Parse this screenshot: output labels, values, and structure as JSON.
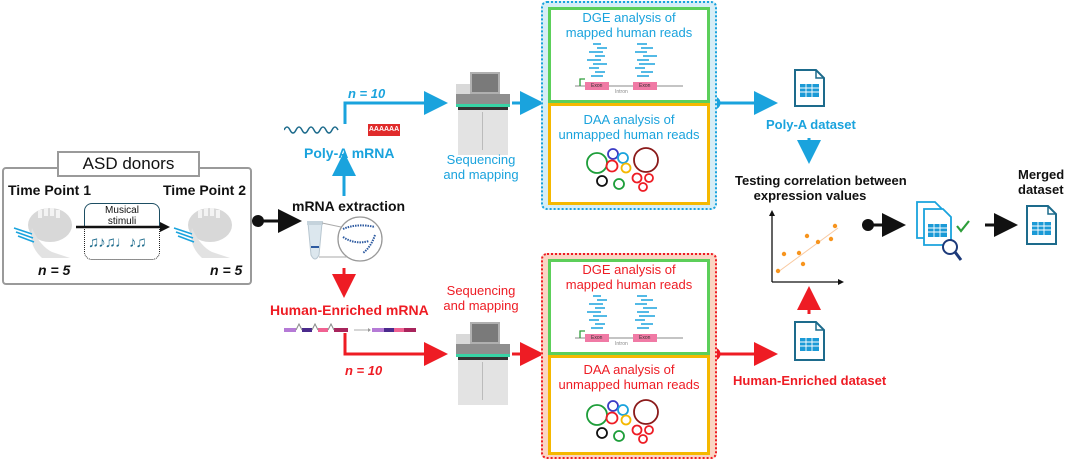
{
  "colors": {
    "blue": "#1aa3dd",
    "red": "#ee1c24",
    "black": "#111111",
    "green": "#5ccf5a",
    "yellow": "#f5b800",
    "blue_panel_bg": "#d6eef7",
    "red_panel_bg": "#fbd5c4",
    "orange_dot": "#f7941d",
    "file_blue": "#1b9ad6",
    "file_dark": "#1d6b8c"
  },
  "donors": {
    "title": "ASD donors",
    "time_point_1": "Time Point 1",
    "time_point_2": "Time Point 2",
    "stimulus": "Musical stimuli",
    "n_left": "n = 5",
    "n_right": "n = 5"
  },
  "extraction": {
    "label": "mRNA extraction"
  },
  "polya": {
    "n_label": "n = 10",
    "tail": "AAAAAA",
    "label": "Poly-A mRNA",
    "sequencing": [
      "Sequencing",
      "and mapping"
    ],
    "dge": [
      "DGE analysis of",
      "mapped human reads"
    ],
    "daa": [
      "DAA analysis of",
      "unmapped human reads"
    ],
    "dataset": "Poly-A dataset",
    "exon": "Exon",
    "intron": "Intron"
  },
  "enriched": {
    "label": "Human-Enriched mRNA",
    "n_label": "n = 10",
    "sequencing": [
      "Sequencing",
      "and mapping"
    ],
    "dge": [
      "DGE analysis of",
      "mapped human reads"
    ],
    "daa": [
      "DAA analysis of",
      "unmapped human reads"
    ],
    "dataset": "Human-Enriched dataset",
    "exon": "Exon",
    "intron": "Intron"
  },
  "correlation": {
    "title": [
      "Testing correlation between",
      "expression values"
    ]
  },
  "merged": {
    "label": [
      "Merged",
      "dataset"
    ]
  }
}
